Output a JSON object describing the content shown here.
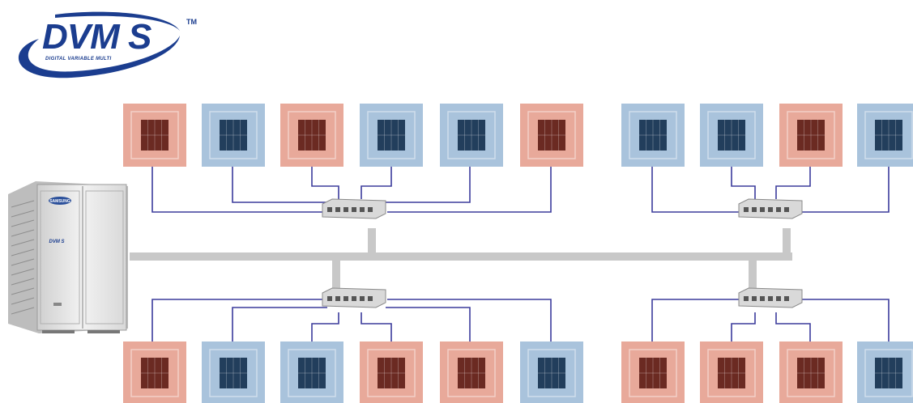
{
  "logo": {
    "main_text": "DVM S",
    "sub_text": "DIGITAL VARIABLE MULTI",
    "trademark": "TM"
  },
  "outdoor_unit": {
    "brand_text": "SAMSUNG",
    "badge_text": "DVM S"
  },
  "colors": {
    "heating_unit": "#e8a99a",
    "heating_grille": "#6b2a22",
    "cooling_unit": "#a9c3dc",
    "cooling_grille": "#223e5c",
    "refrigerant_line": "#3c3c9c",
    "main_pipe": "#c8c8c8",
    "logo_blue": "#1b3d8f"
  },
  "indoor_units": {
    "top": [
      "heating",
      "cooling",
      "heating",
      "cooling",
      "cooling",
      "heating",
      "cooling",
      "cooling",
      "heating",
      "cooling"
    ],
    "bottom": [
      "heating",
      "cooling",
      "cooling",
      "heating",
      "heating",
      "cooling",
      "heating",
      "heating",
      "heating",
      "cooling"
    ]
  }
}
